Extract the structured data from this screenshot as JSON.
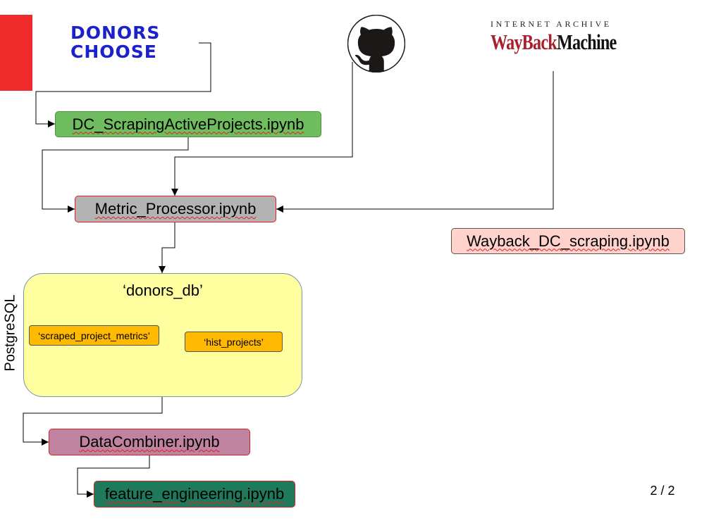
{
  "logos": {
    "donors_choose": {
      "line1": "DONORS",
      "line2": "CHOOSE",
      "color": "#1b22c9"
    },
    "github": {
      "icon": "github-octocat-icon"
    },
    "wayback": {
      "top": "INTERNET ARCHIVE",
      "wayback": "WayBack",
      "machine": "Machine"
    }
  },
  "nodes": {
    "scraping_active": "DC_ScrapingActiveProjects.ipynb",
    "metric_processor": "Metric_Processor.ipynb",
    "wayback_scraping": "Wayback_DC_scraping.ipynb",
    "data_combiner": "DataCombiner.ipynb",
    "feature_engineering": "feature_engineering.ipynb"
  },
  "database": {
    "side_label": "PostgreSQL",
    "name": "‘donors_db’",
    "tables": [
      "‘scraped_project_metrics’",
      "‘hist_projects’"
    ]
  },
  "page_number": "2 / 2",
  "colors": {
    "scraping_active": "#6fbd5f",
    "metric_processor": "#b3b3b3",
    "wayback_scraping": "#ffd3cc",
    "data_combiner": "#c0839f",
    "feature_engineering": "#1f7a5c",
    "database": "#ffff9f",
    "tables": "#ffb900",
    "red_bar": "#ee2a2a"
  }
}
